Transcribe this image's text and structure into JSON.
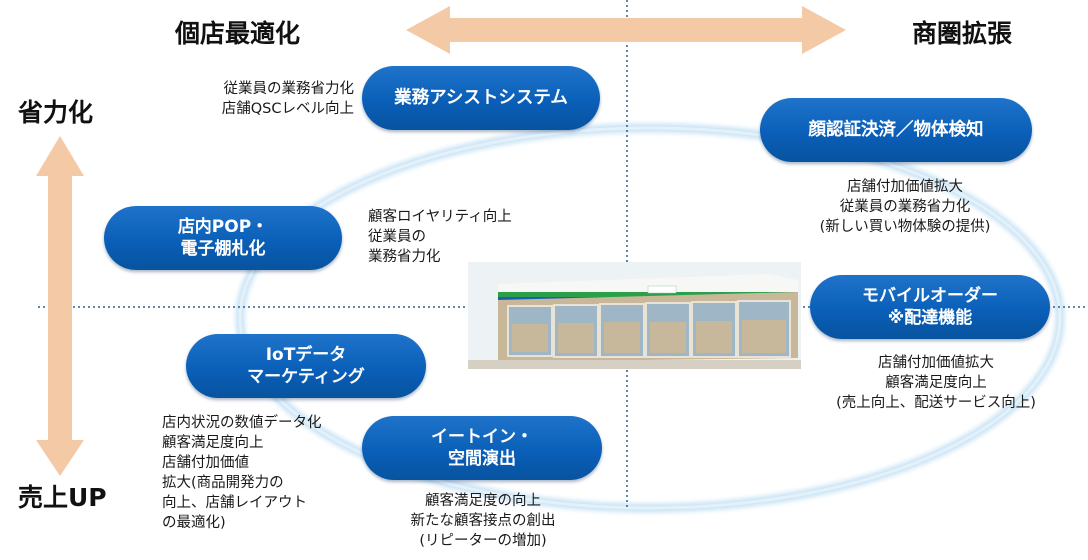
{
  "axes": {
    "left_top": "個店最適化",
    "right_top": "商圏拡張",
    "top_left": "省力化",
    "bottom_left": "売上UP"
  },
  "items": {
    "gyomu": {
      "label": "業務アシストシステム",
      "note": "従業員の業務省力化\n店舗QSCレベル向上"
    },
    "pop": {
      "label": "店内POP・\n電子棚札化",
      "note": "顧客ロイヤリティ向上\n従業員の\n業務省力化"
    },
    "iot": {
      "label": "IoTデータ\nマーケティング",
      "note": "店内状況の数値データ化\n顧客満足度向上\n店舗付加価値\n拡大(商品開発力の\n向上、店舗レイアウト\nの最適化)"
    },
    "eatin": {
      "label": "イートイン・\n空間演出",
      "note": "顧客満足度の向上\n新たな顧客接点の創出\n(リピーターの増加)"
    },
    "face": {
      "label": "顔認証決済／物体検知",
      "note": "店舗付加価値拡大\n従業員の業務省力化\n(新しい買い物体験の提供)"
    },
    "mobile": {
      "label": "モバイルオーダー\n※配達機能",
      "note": "店舗付加価値拡大\n顧客満足度向上\n(売上向上、配送サービス向上)"
    }
  },
  "colors": {
    "arrow": "#f4c9a6",
    "pill": "#0a5fb8",
    "ellipse": "#c9e3f5",
    "axis_line": "#2f5d8c"
  }
}
